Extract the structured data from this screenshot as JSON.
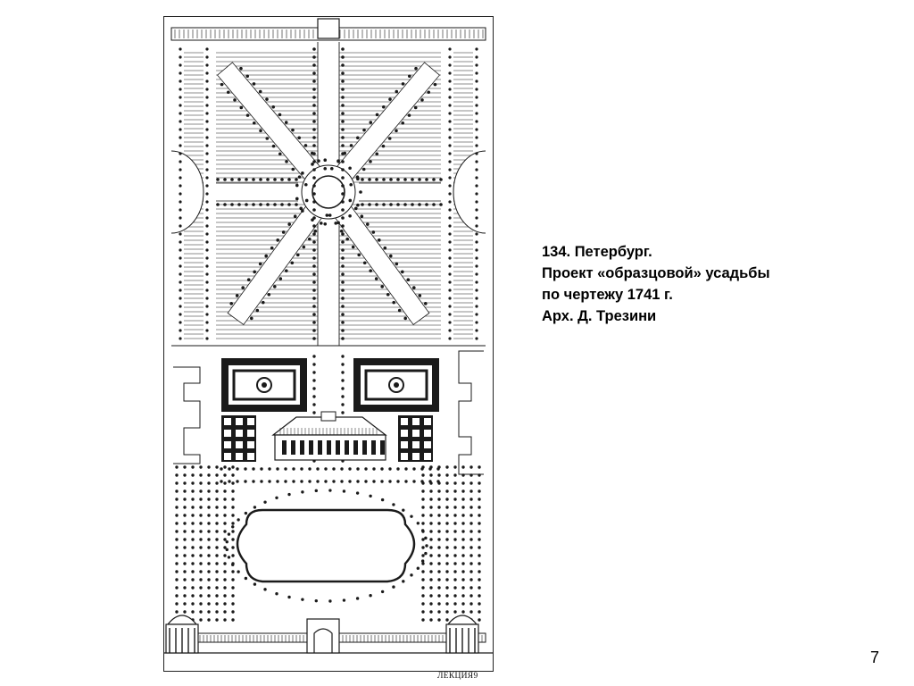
{
  "caption": {
    "line1": "134. Петербург.",
    "line2": "Проект «образцовой» усадьбы",
    "line3": "по чертежу 1741 г.",
    "line4": "Арх. Д. Трезини"
  },
  "page_number": "7",
  "lecture_label": "ЛЕКЦИЯ9",
  "figure": {
    "type": "estate-plan-engraving",
    "ink_color": "#1a1a1a",
    "paper_color": "#ffffff"
  }
}
